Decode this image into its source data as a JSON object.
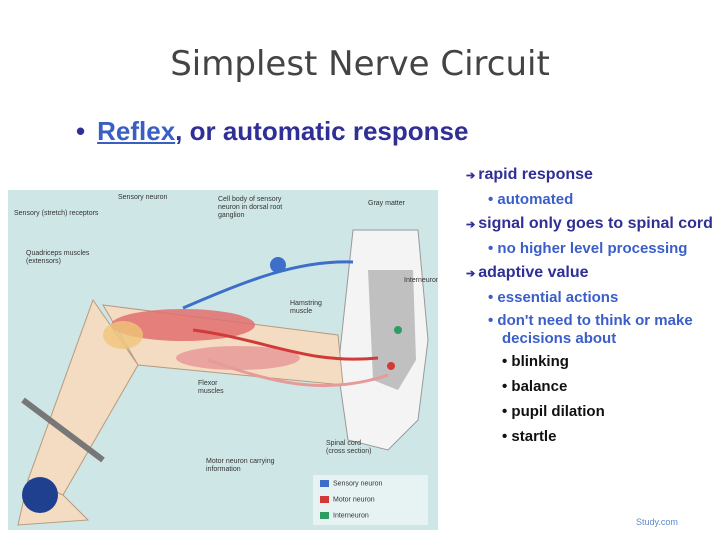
{
  "slide": {
    "title": "Simplest Nerve Circuit",
    "main_bullet": {
      "link": "Reflex",
      "rest": ", or automatic response"
    }
  },
  "figure": {
    "labels": {
      "sensory_neuron": "Sensory neuron",
      "sensory_receptor": "Sensory (stretch) receptors",
      "cell_body": "Cell body of sensory neuron in dorsal root ganglion",
      "gray_matter": "Gray matter",
      "quadriceps": "Quadriceps muscles (extensors)",
      "interneuron": "Interneuron",
      "hamstring": "Hamstring muscle",
      "flexor": "Flexor muscles",
      "motor_neurons": "Motor neuron carrying information",
      "spinal_cord": "Spinal cord (cross section)"
    },
    "key": {
      "sensory": "Sensory neuron",
      "motor": "Motor neuron",
      "inter": "Interneuron"
    },
    "colors": {
      "sensory": "#3d6fc9",
      "motor": "#d23a3a",
      "inter": "#2e9d63"
    }
  },
  "bullets": {
    "arrow_glyph": "➔",
    "items": [
      {
        "text": "rapid response",
        "sub": [
          "automated"
        ]
      },
      {
        "text": "signal only goes to spinal cord",
        "sub": [
          "no higher level processing"
        ]
      },
      {
        "text": "adaptive value",
        "sub": [
          "essential actions",
          "don't need to think or make decisions about"
        ],
        "subsub": [
          "blinking",
          "balance",
          "pupil dilation",
          "startle"
        ]
      }
    ]
  },
  "credit": "Study.com"
}
